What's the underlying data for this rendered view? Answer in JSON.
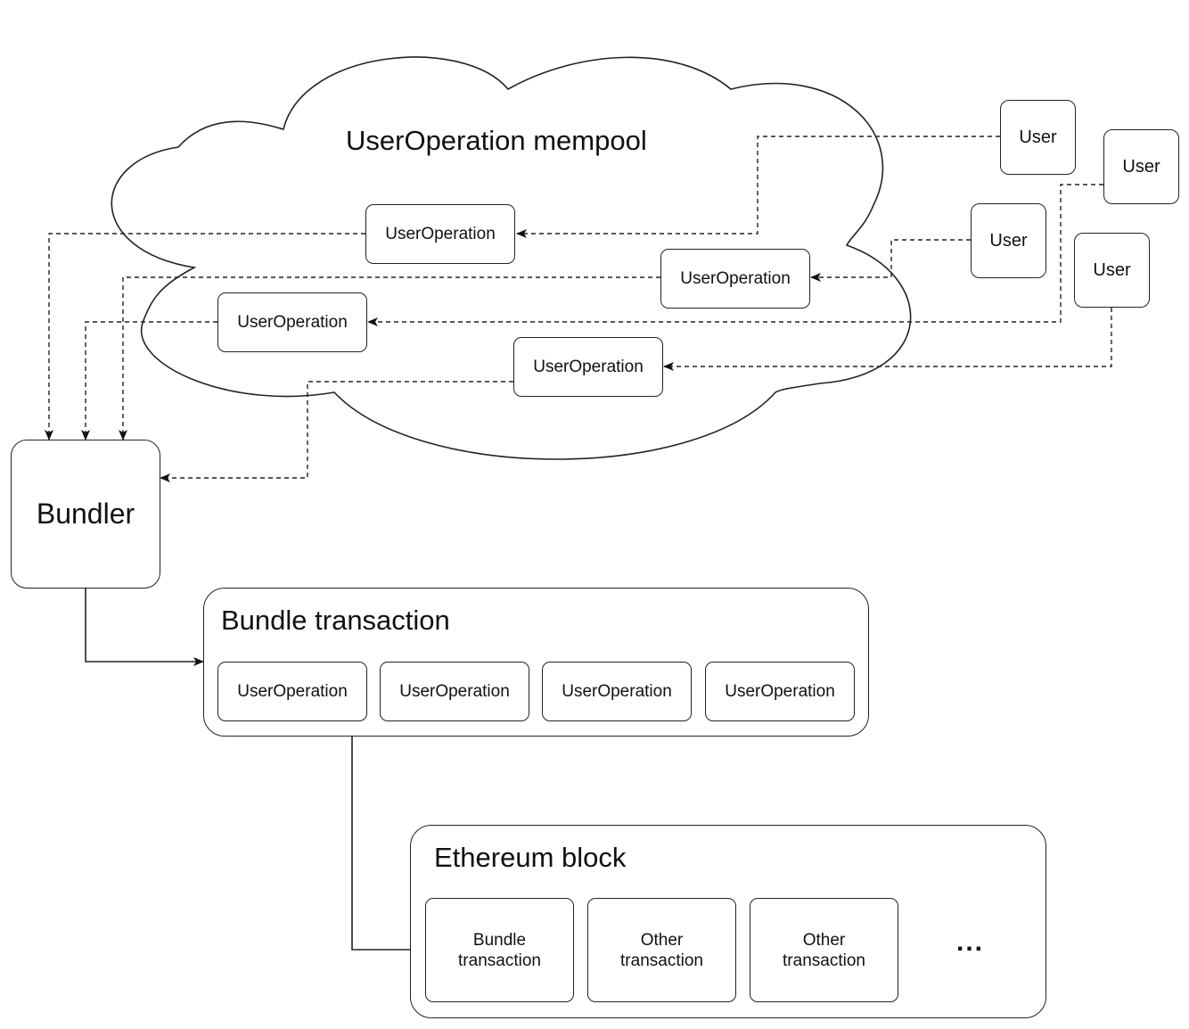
{
  "mempool": {
    "title": "UserOperation mempool",
    "user_operations": [
      "UserOperation",
      "UserOperation",
      "UserOperation",
      "UserOperation"
    ]
  },
  "users": [
    "User",
    "User",
    "User",
    "User"
  ],
  "bundler": {
    "label": "Bundler"
  },
  "bundle_transaction": {
    "title": "Bundle transaction",
    "user_operations": [
      "UserOperation",
      "UserOperation",
      "UserOperation",
      "UserOperation"
    ]
  },
  "ethereum_block": {
    "title": "Ethereum block",
    "transactions": [
      "Bundle\ntransaction",
      "Other\ntransaction",
      "Other\ntransaction"
    ],
    "ellipsis": "..."
  }
}
